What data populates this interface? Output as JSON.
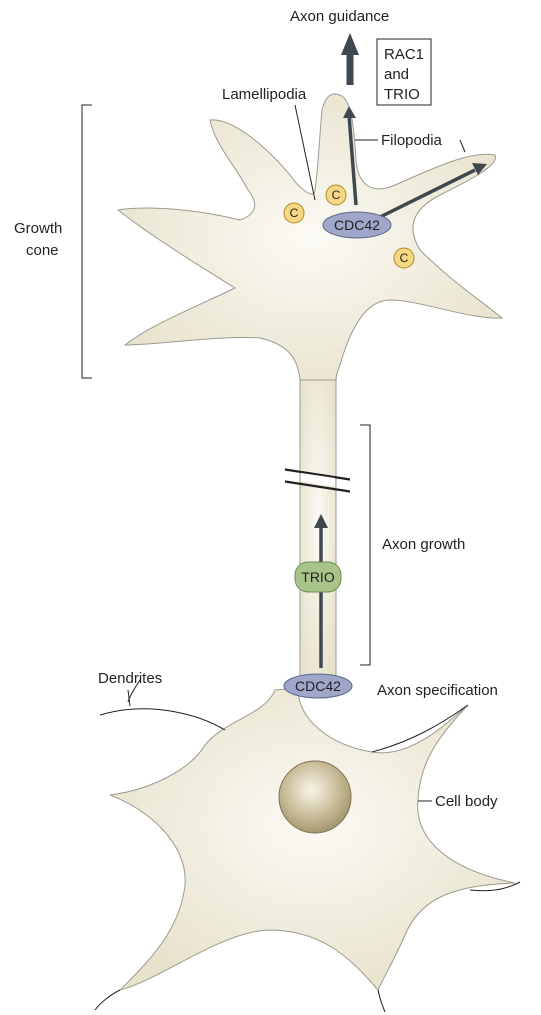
{
  "labels": {
    "axon_guidance": "Axon guidance",
    "rac1_trio_line1": "RAC1",
    "rac1_trio_line2": "and",
    "rac1_trio_line3": "TRIO",
    "lamellipodia": "Lamellipodia",
    "filopodia": "Filopodia",
    "growth_cone_line1": "Growth",
    "growth_cone_line2": "cone",
    "axon_growth": "Axon growth",
    "dendrites": "Dendrites",
    "axon_specification": "Axon specification",
    "cell_body": "Cell body"
  },
  "molecules": {
    "cdc42_cone": "CDC42",
    "cdc42_base": "CDC42",
    "trio": "TRIO",
    "c_marker": "C"
  },
  "colors": {
    "cell_fill": "#ece7d6",
    "cell_stroke": "#9b9b8f",
    "nucleus": "#bdb08a",
    "cdc42": "#9ea6c9",
    "trio": "#a9c489",
    "c_marker": "#f6d783",
    "arrow": "#3f4850"
  }
}
